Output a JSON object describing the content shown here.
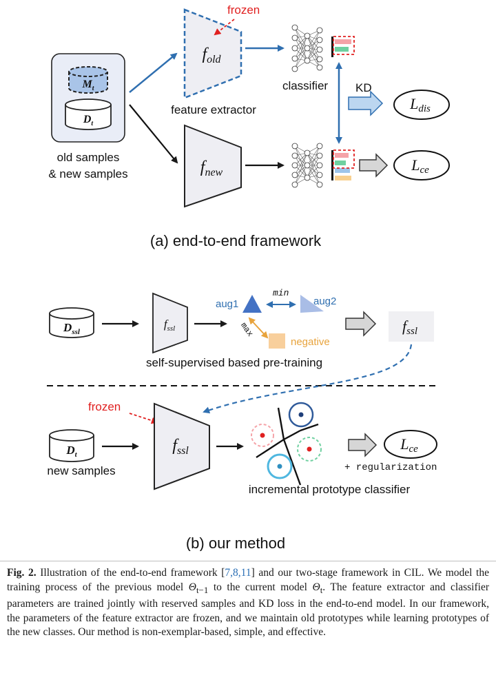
{
  "panel_a": {
    "frozen_label": "frozen",
    "f_old_main": "f",
    "f_old_sub": "old",
    "f_new_main": "f",
    "f_new_sub": "new",
    "feature_extractor_label": "feature extractor",
    "classifier_label": "classifier",
    "kd_label": "KD",
    "m_main": "M",
    "m_sub": "t",
    "d_main": "D",
    "d_sub": "t",
    "samples_line1": "old samples",
    "samples_line2": "& new samples",
    "l_dis_main": "L",
    "l_dis_sub": "dis",
    "l_ce_main": "L",
    "l_ce_sub": "ce",
    "caption": "(a)  end-to-end framework"
  },
  "panel_b": {
    "d_ssl_main": "D",
    "d_ssl_sub": "ssl",
    "f_ssl_main": "f",
    "f_ssl_sub": "ssl",
    "aug1_label": "aug1",
    "aug2_label": "aug2",
    "min_label": "min",
    "max_label": "max",
    "negative_label": "negative",
    "pretraining_label": "self-supervised based pre-training",
    "frozen_label": "frozen",
    "d_t_main": "D",
    "d_t_sub": "t",
    "new_samples_label": "new samples",
    "prototype_classifier_label": "incremental prototype classifier",
    "l_ce_main": "L",
    "l_ce_sub": "ce",
    "regularization_label": "+ regularization",
    "caption": "(b) our method"
  },
  "figure_caption": {
    "label": "Fig. 2.",
    "part1": " Illustration of the end-to-end framework [",
    "refs": "7,8,11",
    "part2": "] and our two-stage framework in CIL. We model the training process of the previous model ",
    "theta_prev_main": "Θ",
    "theta_prev_sub": "t−1",
    "part3": " to the current model ",
    "theta_cur_main": "Θ",
    "theta_cur_sub": "t",
    "part4": ". The feature extractor and classifier parameters are trained jointly with reserved samples and KD loss in the end-to-end model. In our framework, the parameters of the feature extractor are frozen, and we maintain old prototypes while learning prototypes of the new classes. Our method is non-exemplar-based, simple, and effective."
  },
  "colors": {
    "blue_arrow": "#2f6fb0",
    "red_dash": "#e02020",
    "extractor_fill": "#eeeef3",
    "container_fill": "#e9edf7",
    "memory_fill": "#a9c4e8",
    "aug1_fill": "#4472c4",
    "aug2_fill": "#a9bde6",
    "negative_fill": "#f8cf9c",
    "orange_arrow": "#e8a33c",
    "kd_arrow_fill": "#bcd6f0",
    "gray_arrow_fill": "#d6d6d6",
    "bar_pink": "#f5a3a8",
    "bar_green": "#6fd0a0",
    "bar_blue": "#9ec5ea",
    "bar_orange": "#f8d08f"
  }
}
